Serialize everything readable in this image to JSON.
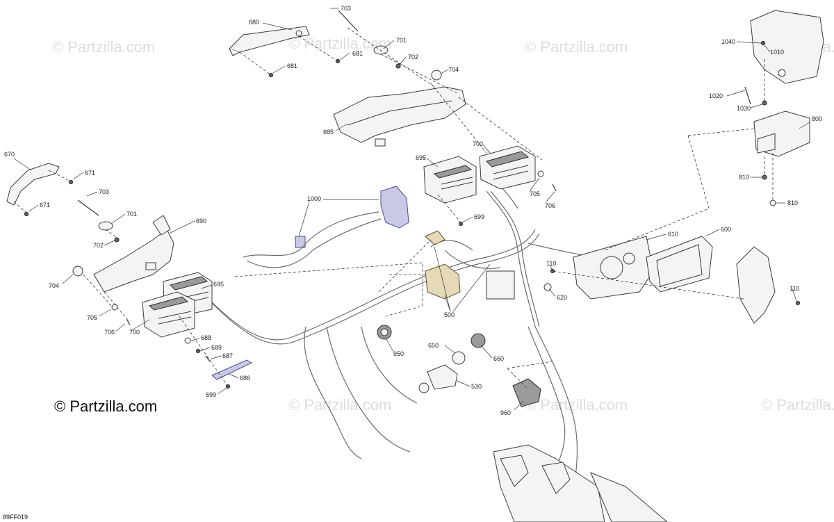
{
  "watermarks": {
    "text": "© Partzilla.com",
    "brand_text": "© Partzilla.com"
  },
  "figure_code": "89FF019",
  "callouts": {
    "c680": "680",
    "c703a": "703",
    "c701a": "701",
    "c681a": "681",
    "c702a": "702",
    "c681b": "681",
    "c704a": "704",
    "c685": "685",
    "c695a": "695",
    "c700a": "700",
    "c705a": "705",
    "c706a": "706",
    "c699a": "699",
    "c1000": "1000",
    "c670": "670",
    "c671a": "671",
    "c703b": "703",
    "c671b": "671",
    "c701b": "701",
    "c690": "690",
    "c702b": "702",
    "c704b": "704",
    "c695b": "695",
    "c705b": "705",
    "c706b": "706",
    "c700b": "700",
    "c688": "688",
    "c689": "689",
    "c687": "687",
    "c686": "686",
    "c699b": "699",
    "c110a": "110",
    "c610": "610",
    "c600": "600",
    "c620": "620",
    "c500": "500",
    "c650": "650",
    "c660": "660",
    "c950": "950",
    "c530": "530",
    "c960": "960",
    "c110b": "110",
    "c1040": "1040",
    "c1010": "1010",
    "c1020": "1020",
    "c1030": "1030",
    "c800": "800",
    "c810a": "810",
    "c810b": "810"
  }
}
